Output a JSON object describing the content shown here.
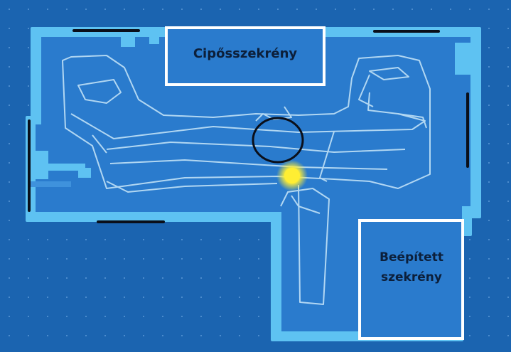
{
  "map": {
    "colors": {
      "background": "#1b64b0",
      "floor": "#2a7bcd",
      "wall": "#5ec2f2",
      "path": "#b9dcf5",
      "furniture_outline": "#ffffff",
      "door_marker": "#0a0f1a",
      "robot": "#ffee33",
      "highlight_circle": "#0a0f1a"
    },
    "furniture": {
      "shoe_cabinet": {
        "label": "Cipősszekrény"
      },
      "built_in_wardrobe": {
        "label_line1": "Beépített",
        "label_line2": "szekrény"
      }
    },
    "markers": {
      "robot_icon": "robot-position-dot",
      "highlight": "circle-annotation"
    }
  }
}
